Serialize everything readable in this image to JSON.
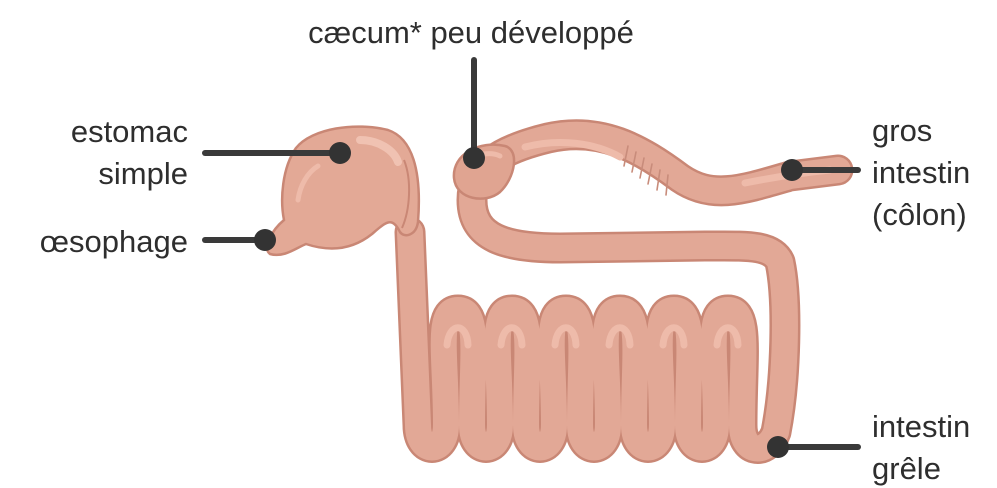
{
  "diagram": {
    "labels": {
      "caecum": "cæcum* peu développé",
      "stomach": [
        "estomac",
        "simple"
      ],
      "oesophagus": "œsophage",
      "large_intestine": [
        "gros",
        "intestin",
        "(côlon)"
      ],
      "small_intestine": [
        "intestin",
        "grêle"
      ]
    },
    "colors": {
      "organ_fill": "#e2a896",
      "organ_outline": "#c98775",
      "organ_highlight": "#eebbaa",
      "leader_line": "#3a3a3a",
      "text": "#2e2e2e"
    }
  }
}
